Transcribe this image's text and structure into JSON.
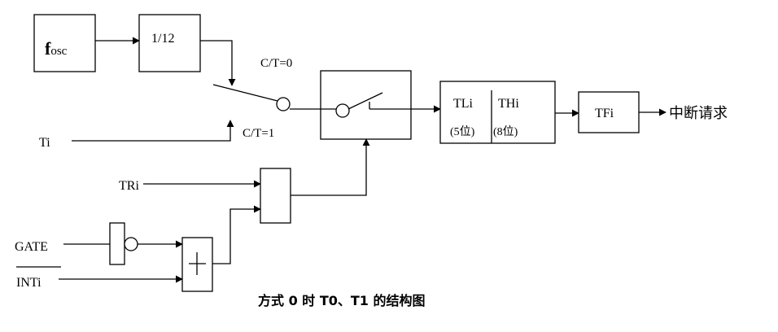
{
  "blocks": {
    "fosc_main": "f",
    "fosc_sub": "osc",
    "divider": "1/12",
    "register_tl": "TLi",
    "register_th": "THi",
    "register_tl_bits": "(5位)",
    "register_th_bits": "(8位)",
    "overflow_flag": "TFi"
  },
  "signals": {
    "ct0": "C/T=0",
    "ct1": "C/T=1",
    "ti": "Ti",
    "tri": "TRi",
    "gate": "GATE",
    "inti": "INTi",
    "interrupt": "中断请求"
  },
  "caption": "方式 0 时 T0、T1 的结构图"
}
